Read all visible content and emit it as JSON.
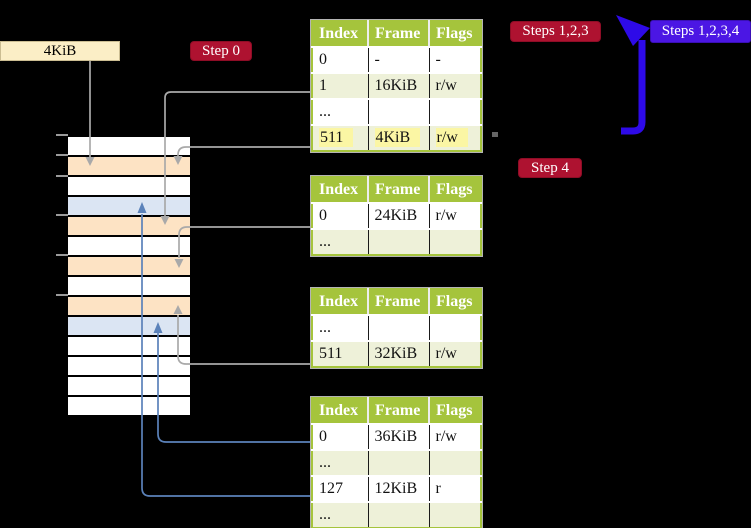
{
  "labels": {
    "page_size_box": "4KiB",
    "step0": "Step 0",
    "steps123": "Steps 1,2,3",
    "steps1234": "Steps 1,2,3,4",
    "step4": "Step 4"
  },
  "colors": {
    "background": "#000000",
    "table_header_green": "#a5c43c",
    "table_row_light_green": "#eef1d9",
    "highlight_yellow": "#fbf6a4",
    "strip_orange": "#fde3c4",
    "strip_blue": "#dbe5f3",
    "label_cream": "#fbeec6",
    "label_red": "#ae1230",
    "label_blue": "#4b16e4",
    "big_arrow_blue": "#2e0ae8",
    "thin_arrow_blue": "#5b82ba",
    "thin_arrow_gray": "#a9a9a9"
  },
  "memory_strip": {
    "rows": [
      "white",
      "orange",
      "white",
      "blue",
      "orange",
      "white",
      "orange",
      "white",
      "orange",
      "blue",
      "white",
      "white",
      "white",
      "white"
    ],
    "tick_count": 6
  },
  "tables": [
    {
      "name": "page-table-at-4kib",
      "headers": [
        "Index",
        "Frame",
        "Flags"
      ],
      "rows": [
        {
          "cells": [
            "0",
            "-",
            "-"
          ],
          "shaded": false,
          "highlight": false
        },
        {
          "cells": [
            "1",
            "16KiB",
            "r/w"
          ],
          "shaded": true,
          "highlight": false
        },
        {
          "cells": [
            "...",
            "",
            ""
          ],
          "shaded": false,
          "highlight": false
        },
        {
          "cells": [
            "511",
            "4KiB",
            "r/w"
          ],
          "shaded": true,
          "highlight": true
        }
      ]
    },
    {
      "name": "page-table-at-16kib",
      "headers": [
        "Index",
        "Frame",
        "Flags"
      ],
      "rows": [
        {
          "cells": [
            "0",
            "24KiB",
            "r/w"
          ],
          "shaded": false,
          "highlight": false
        },
        {
          "cells": [
            "...",
            "",
            ""
          ],
          "shaded": true,
          "highlight": false
        }
      ]
    },
    {
      "name": "page-table-at-24kib",
      "headers": [
        "Index",
        "Frame",
        "Flags"
      ],
      "rows": [
        {
          "cells": [
            "...",
            "",
            ""
          ],
          "shaded": false,
          "highlight": false
        },
        {
          "cells": [
            "511",
            "32KiB",
            "r/w"
          ],
          "shaded": true,
          "highlight": false
        }
      ]
    },
    {
      "name": "page-table-at-32kib",
      "headers": [
        "Index",
        "Frame",
        "Flags"
      ],
      "rows": [
        {
          "cells": [
            "0",
            "36KiB",
            "r/w"
          ],
          "shaded": false,
          "highlight": false
        },
        {
          "cells": [
            "...",
            "",
            ""
          ],
          "shaded": true,
          "highlight": false
        },
        {
          "cells": [
            "127",
            "12KiB",
            "r"
          ],
          "shaded": false,
          "highlight": false
        },
        {
          "cells": [
            "...",
            "",
            ""
          ],
          "shaded": true,
          "highlight": false
        }
      ]
    }
  ]
}
